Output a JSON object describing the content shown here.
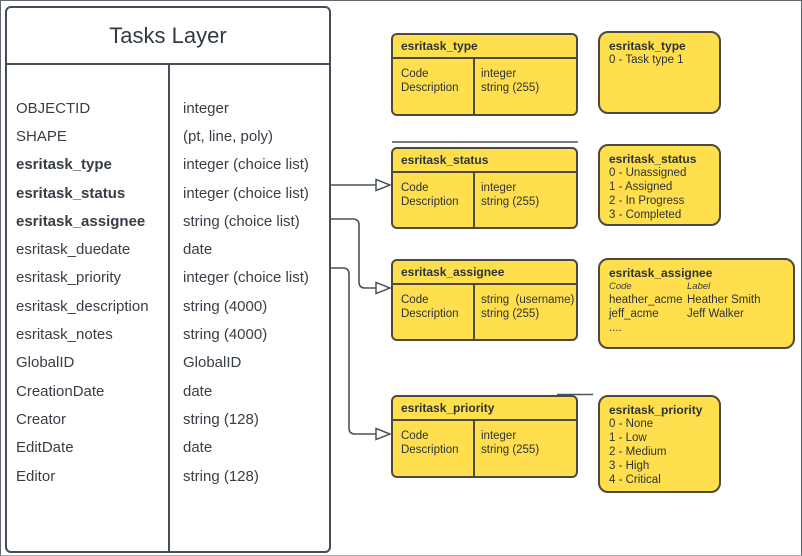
{
  "colors": {
    "yellow_fill": "#FFDF4D",
    "yellow_border": "#4C4A40",
    "main_border": "#454C55",
    "connector": "#4A5360",
    "text": "#2E3338"
  },
  "tasks_layer": {
    "title": "Tasks Layer",
    "fields": [
      {
        "name": "OBJECTID",
        "type": "integer",
        "bold": false
      },
      {
        "name": "SHAPE",
        "type": "(pt, line, poly)",
        "bold": false
      },
      {
        "name": "esritask_type",
        "type": "integer (choice list)",
        "bold": true
      },
      {
        "name": "esritask_status",
        "type": "integer (choice list)",
        "bold": true
      },
      {
        "name": "esritask_assignee",
        "type": "string (choice list)",
        "bold": true
      },
      {
        "name": "esritask_duedate",
        "type": "date",
        "bold": false
      },
      {
        "name": "esritask_priority",
        "type": "integer (choice list)",
        "bold": false
      },
      {
        "name": "esritask_description",
        "type": "string (4000)",
        "bold": false
      },
      {
        "name": "esritask_notes",
        "type": "string (4000)",
        "bold": false
      },
      {
        "name": "GlobalID",
        "type": "GlobalID",
        "bold": false
      },
      {
        "name": "CreationDate",
        "type": "date",
        "bold": false
      },
      {
        "name": "Creator",
        "type": "string (128)",
        "bold": false
      },
      {
        "name": "EditDate",
        "type": "date",
        "bold": false
      },
      {
        "name": "Editor",
        "type": "string (128)",
        "bold": false
      }
    ]
  },
  "domain_tables": [
    {
      "title": "esritask_type",
      "rows": [
        {
          "field": "Code",
          "type": "integer"
        },
        {
          "field": "Description",
          "type": "string (255)"
        }
      ]
    },
    {
      "title": "esritask_status",
      "rows": [
        {
          "field": "Code",
          "type": "integer"
        },
        {
          "field": "Description",
          "type": "string (255)"
        }
      ]
    },
    {
      "title": "esritask_assignee",
      "rows": [
        {
          "field": "Code",
          "type": "string  (username)"
        },
        {
          "field": "Description",
          "type": "string (255)"
        }
      ]
    },
    {
      "title": "esritask_priority",
      "rows": [
        {
          "field": "Code",
          "type": "integer"
        },
        {
          "field": "Description",
          "type": "string (255)"
        }
      ]
    }
  ],
  "value_lists": [
    {
      "title": "esritask_type",
      "values": [
        "0 - Task type 1"
      ]
    },
    {
      "title": "esritask_status",
      "values": [
        "0 - Unassigned",
        "1 - Assigned",
        "2 - In Progress",
        "3 - Completed"
      ]
    },
    {
      "title": "esritask_assignee",
      "column_headers": {
        "code": "Code",
        "label": "Label"
      },
      "rows": [
        [
          "heather_acme",
          "Heather Smith"
        ],
        [
          "jeff_acme",
          "Jeff Walker"
        ]
      ],
      "more": "...."
    },
    {
      "title": "esritask_priority",
      "values": [
        "0 - None",
        "1 - Low",
        "2 - Medium",
        "3 - High",
        "4 - Critical"
      ]
    }
  ]
}
